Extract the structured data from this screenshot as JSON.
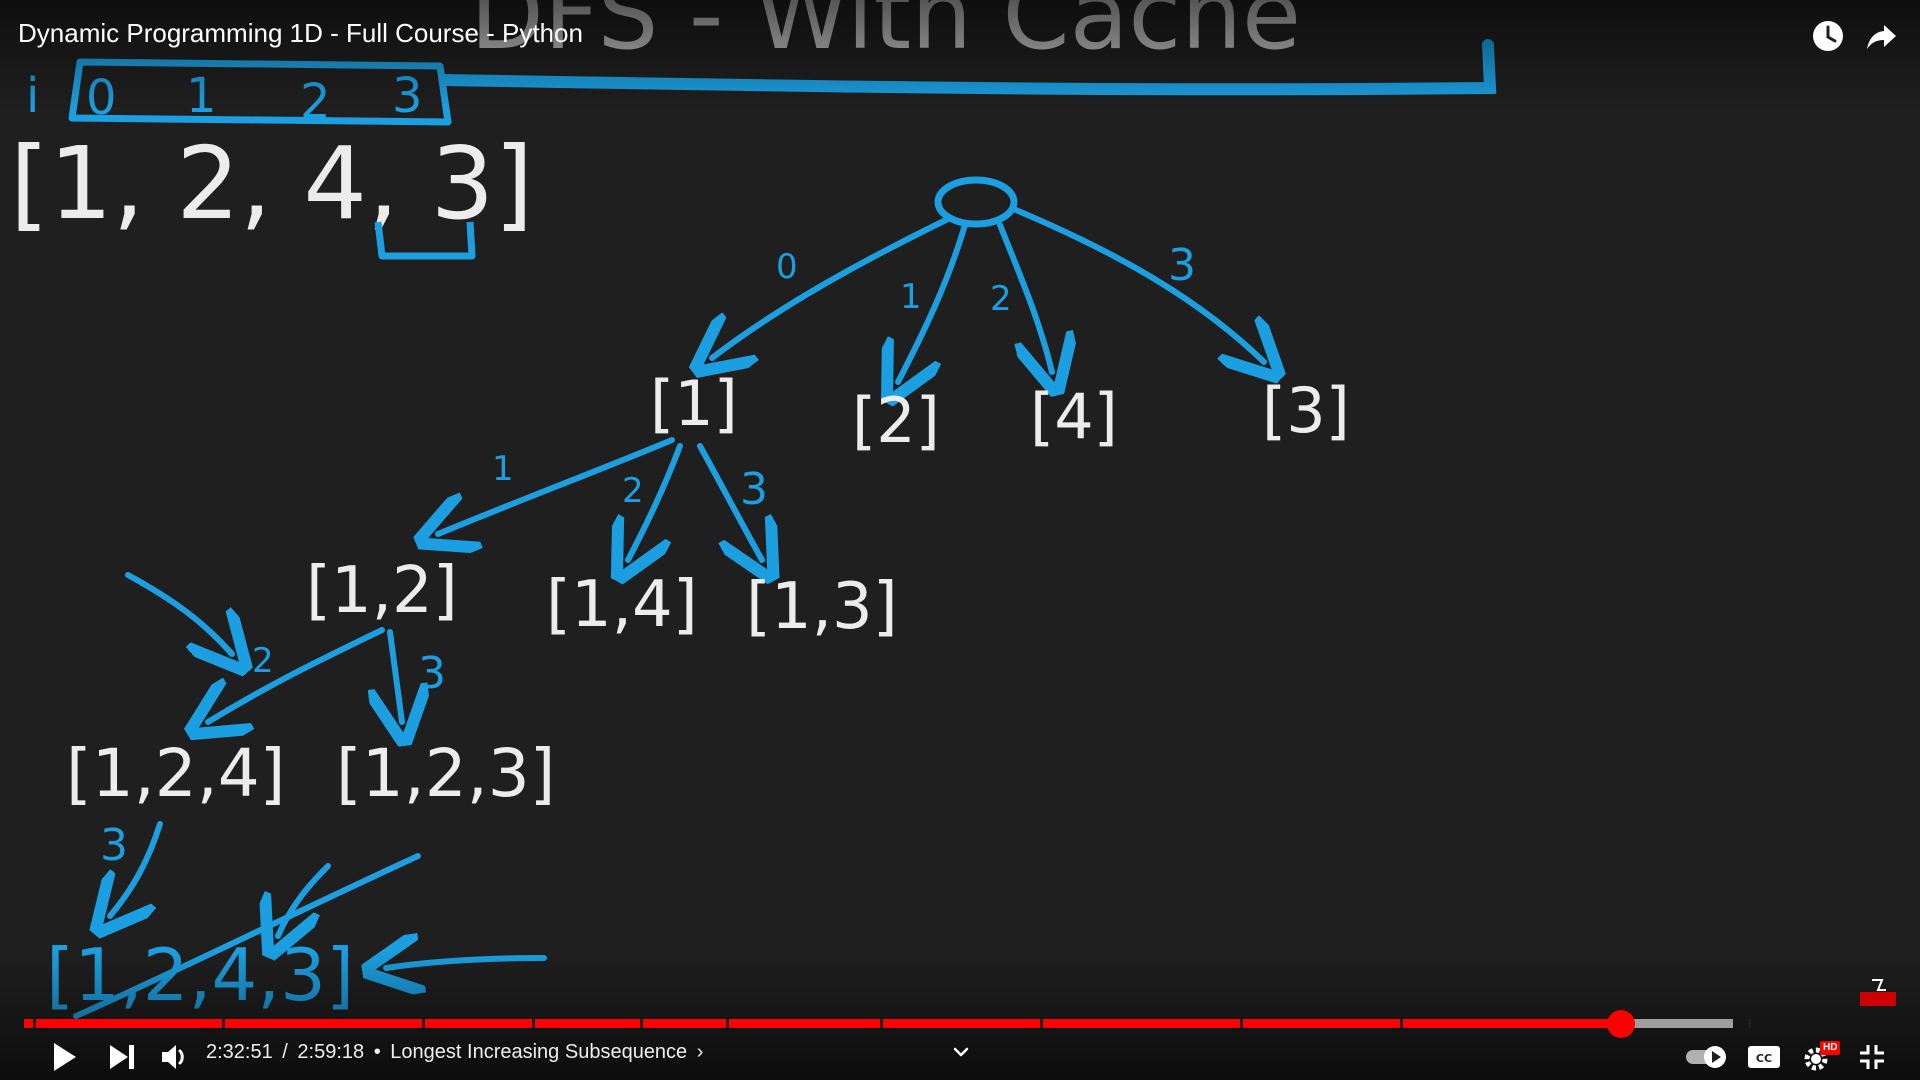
{
  "video": {
    "title": "Dynamic Programming 1D - Full Course - Python"
  },
  "player": {
    "current_time": "2:32:51",
    "separator": "/",
    "duration": "2:59:18",
    "bullet": "•",
    "chapter_title": "Longest Increasing Subsequence",
    "chapter_chevron": "›",
    "progress_fraction": 0.853,
    "buffered_fraction": 0.913,
    "autoplay_on": true,
    "hd_badge": "HD"
  },
  "icons": {
    "watch_later": "clock-icon",
    "share": "share-icon",
    "play": "play-icon",
    "next": "next-icon",
    "volume": "volume-icon",
    "expand": "chevron-down-icon",
    "autoplay": "autoplay-toggle-icon",
    "captions": "cc-icon",
    "settings": "gear-icon",
    "exit_fullscreen": "exit-fullscreen-icon"
  },
  "whiteboard": {
    "heading_fragment": "DFS - With Cache",
    "index_labels": [
      "i",
      "0",
      "1",
      "2",
      "3"
    ],
    "array_values": [
      "[1, 2, 4, 3]"
    ],
    "level1_nodes": [
      "[1]",
      "[2]",
      "[4]",
      "[3]"
    ],
    "level1_edge_labels": [
      "0",
      "1",
      "2",
      "3"
    ],
    "level2_nodes": [
      "[1,2]",
      "[1,4]",
      "[1,3]"
    ],
    "level2_edge_labels": [
      "1",
      "2",
      "3"
    ],
    "level3_nodes": [
      "[1,2,4]",
      "[1,2,3]"
    ],
    "level3_edge_labels": [
      "2",
      "3"
    ],
    "level4_nodes": [
      "[1,2,4,3]"
    ],
    "level4_edge_labels": [
      "3"
    ]
  },
  "colors": {
    "accent_blue": "#1c9fe0",
    "chalk_white": "#ececec",
    "progress_red": "#ff0000",
    "buffer_gray": "#9e9e9e"
  }
}
